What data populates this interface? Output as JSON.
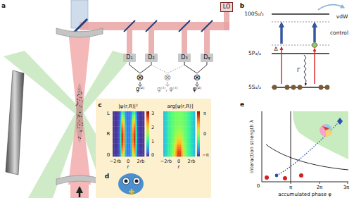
{
  "diagram": {
    "nodes": [
      {
        "text": [
          "LO"
        ]
      },
      {
        "text": [
          "D₁"
        ]
      },
      {
        "text": [
          "D₂"
        ]
      },
      {
        "text": [
          "D₃"
        ]
      },
      {
        "text": [
          "Dᵩ"
        ]
      },
      {
        "text": [
          "⊗",
          "g⁽²⁾"
        ]
      },
      {
        "text": [
          "⊗",
          "g⁽³⁾, φ⁽³⁾"
        ]
      },
      {
        "text": [
          "⊗",
          "φ⁽²⁾"
        ]
      }
    ],
    "edges": [
      {
        "from": 1,
        "to": 5,
        "arrow": "none"
      },
      {
        "from": 2,
        "to": 5,
        "arrow": "none"
      },
      {
        "from": 2,
        "to": 6,
        "arrow": "none"
      },
      {
        "from": 3,
        "to": 6,
        "arrow": "none"
      },
      {
        "from": 3,
        "to": 7,
        "arrow": "none"
      },
      {
        "from": 4,
        "to": 7,
        "arrow": "none"
      }
    ],
    "labels": [
      "a",
      "b",
      "c",
      "d",
      "e",
      "100S₁/₂",
      "5P₃/₂",
      "5S₁/₂",
      "vdW",
      "control",
      "Δ",
      "Γ",
      "|ψ(r,R)|²",
      "arg[ψ(r,R)]",
      "L",
      "R",
      "0",
      "−2rb",
      "0",
      "2rb",
      "r",
      "−2rb",
      "0",
      "2rb",
      "r",
      "3",
      "2",
      "1",
      "0",
      "π",
      "0",
      "−π",
      "interaction strength λ",
      "accumulated phase φ",
      "0",
      "π",
      "2π",
      "3π"
    ]
  }
}
